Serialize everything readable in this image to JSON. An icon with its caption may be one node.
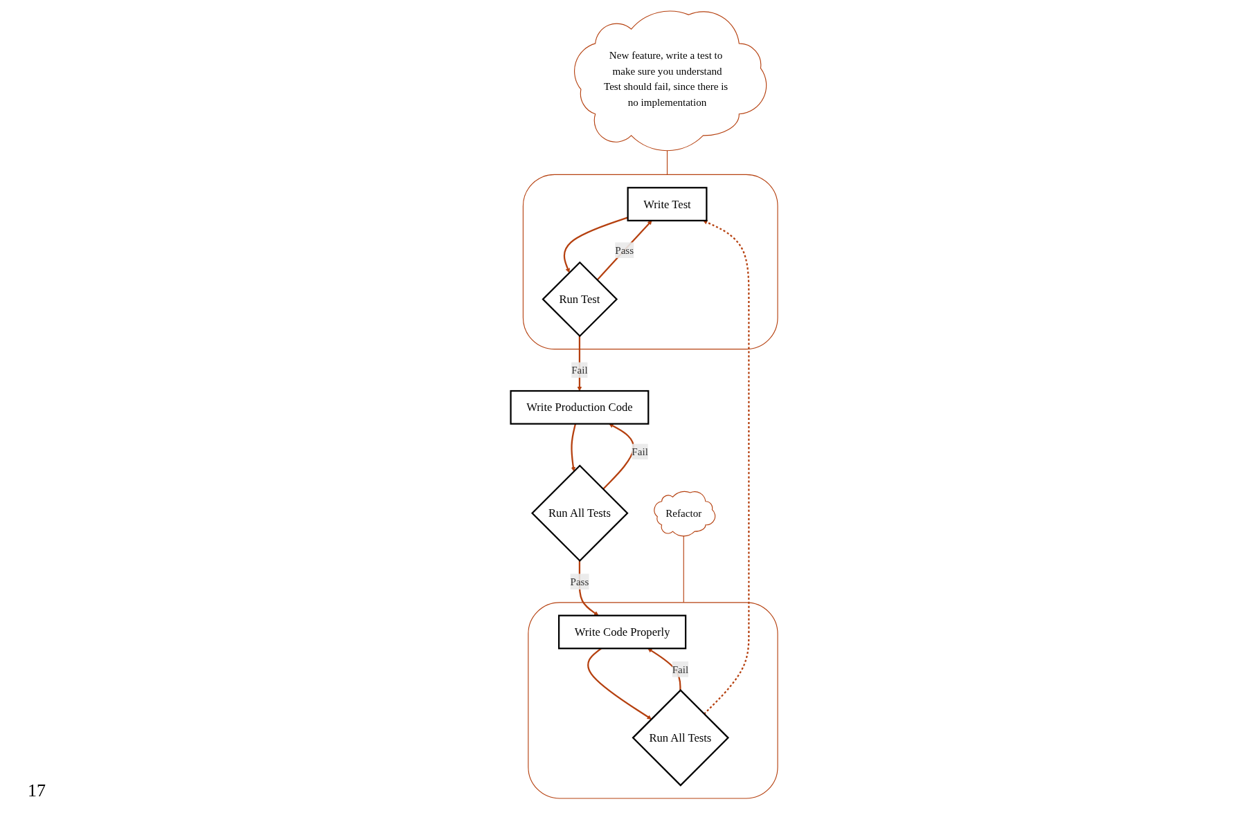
{
  "diagram": {
    "nodes": [
      {
        "text": [],
        "shape": "cloud"
      },
      {
        "text": [
          "Write Test"
        ],
        "in": 0
      },
      {
        "text": [
          "Run Test"
        ],
        "in": 0
      },
      {
        "text": [
          "Write Production Code"
        ]
      },
      {
        "text": [
          "Run All Tests"
        ]
      },
      {
        "text": [],
        "shape": "cloud"
      },
      {
        "text": [
          "Write Code Properly"
        ],
        "in": 5
      },
      {
        "text": [
          "Run All Tests"
        ],
        "in": 5
      },
      {
        "text": [
          "Refactor"
        ]
      },
      {
        "text": [
          "New feature, write a test to make sure you understand",
          "Test should fail, since there is no implementation"
        ]
      }
    ],
    "edges": [
      {
        "from": 1,
        "to": 2,
        "arrow": "to"
      },
      {
        "from": 2,
        "to": 1,
        "arrow": "to",
        "label": "Pass"
      },
      {
        "from": 2,
        "to": 3,
        "arrow": "to",
        "label": "Fail"
      },
      {
        "from": 3,
        "to": 4,
        "arrow": "to"
      },
      {
        "from": 4,
        "to": 3,
        "arrow": "to",
        "label": "Fail"
      },
      {
        "from": 4,
        "to": 6,
        "arrow": "to",
        "label": "Pass"
      },
      {
        "from": 6,
        "to": 7,
        "arrow": "to"
      },
      {
        "from": 7,
        "to": 6,
        "arrow": "to",
        "label": "Fail"
      },
      {
        "from": 7,
        "to": 1,
        "arrow": "to",
        "style": "dashed"
      },
      {
        "from": 9,
        "to": 0,
        "arrow": "none"
      },
      {
        "from": 8,
        "to": 5,
        "arrow": "none"
      }
    ],
    "labels": [
      "17"
    ]
  }
}
